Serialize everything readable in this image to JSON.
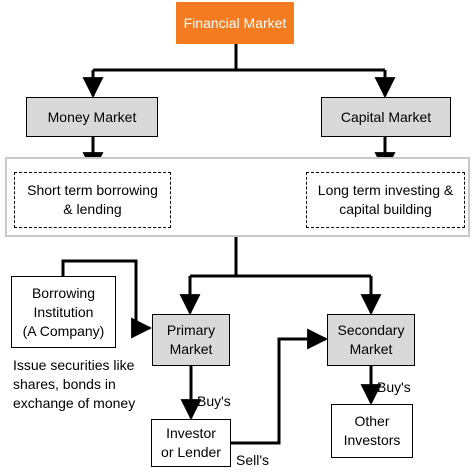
{
  "nodes": {
    "root": "Financial Market",
    "money_market": "Money Market",
    "capital_market": "Capital Market",
    "short_term": "Short term borrowing\n& lending",
    "long_term": "Long term investing &\ncapital building",
    "borrowing_institution": "Borrowing\nInstitution\n(A Company)",
    "primary_market": "Primary\nMarket",
    "secondary_market": "Secondary\nMarket",
    "investor": "Investor\nor Lender",
    "other_investors": "Other\nInvestors"
  },
  "labels": {
    "issue_securities": "Issue securities like\nshares, bonds in\nexchange of money",
    "buys_primary": "Buy's",
    "buys_secondary": "Buy's",
    "sells": "Sell's"
  },
  "colors": {
    "root_fill": "#f47b20",
    "market_fill": "#d9d9d9",
    "band_border": "#c9c9c9",
    "line": "#000000"
  }
}
